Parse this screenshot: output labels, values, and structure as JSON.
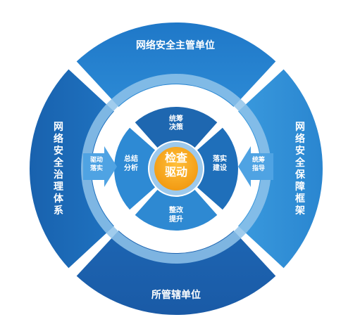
{
  "colors": {
    "outer_ring": "#1f74bf",
    "outer_top": "#2a86d3",
    "outer_bottom": "#1d5fae",
    "outer_left": "#1b6bb8",
    "outer_right": "#3a97d9",
    "light_ring": "#8fc3ea",
    "inner_bg": "#ffffff",
    "quad_top": "#1e67b0",
    "quad_right": "#1f6fba",
    "quad_bottom": "#2e89d2",
    "quad_left": "#2e8ad4",
    "center": "#f5a623",
    "center_ring": "#9dc9ec",
    "arrow": "#4fa3e3"
  },
  "outer": {
    "top": "网络安全主管单位",
    "bottom": "所管辖单位",
    "left": [
      "网",
      "络",
      "安",
      "全",
      "治",
      "理",
      "体",
      "系"
    ],
    "right": [
      "网",
      "络",
      "安",
      "全",
      "保",
      "障",
      "框",
      "架"
    ]
  },
  "quadrants": {
    "top": [
      "统筹",
      "决策"
    ],
    "right": [
      "落实",
      "建设"
    ],
    "bottom": [
      "整改",
      "提升"
    ],
    "left": [
      "总结",
      "分析"
    ]
  },
  "arrows": {
    "left": [
      "驱动",
      "落实"
    ],
    "right": [
      "统筹",
      "指导"
    ]
  },
  "center": [
    "检查",
    "驱动"
  ]
}
